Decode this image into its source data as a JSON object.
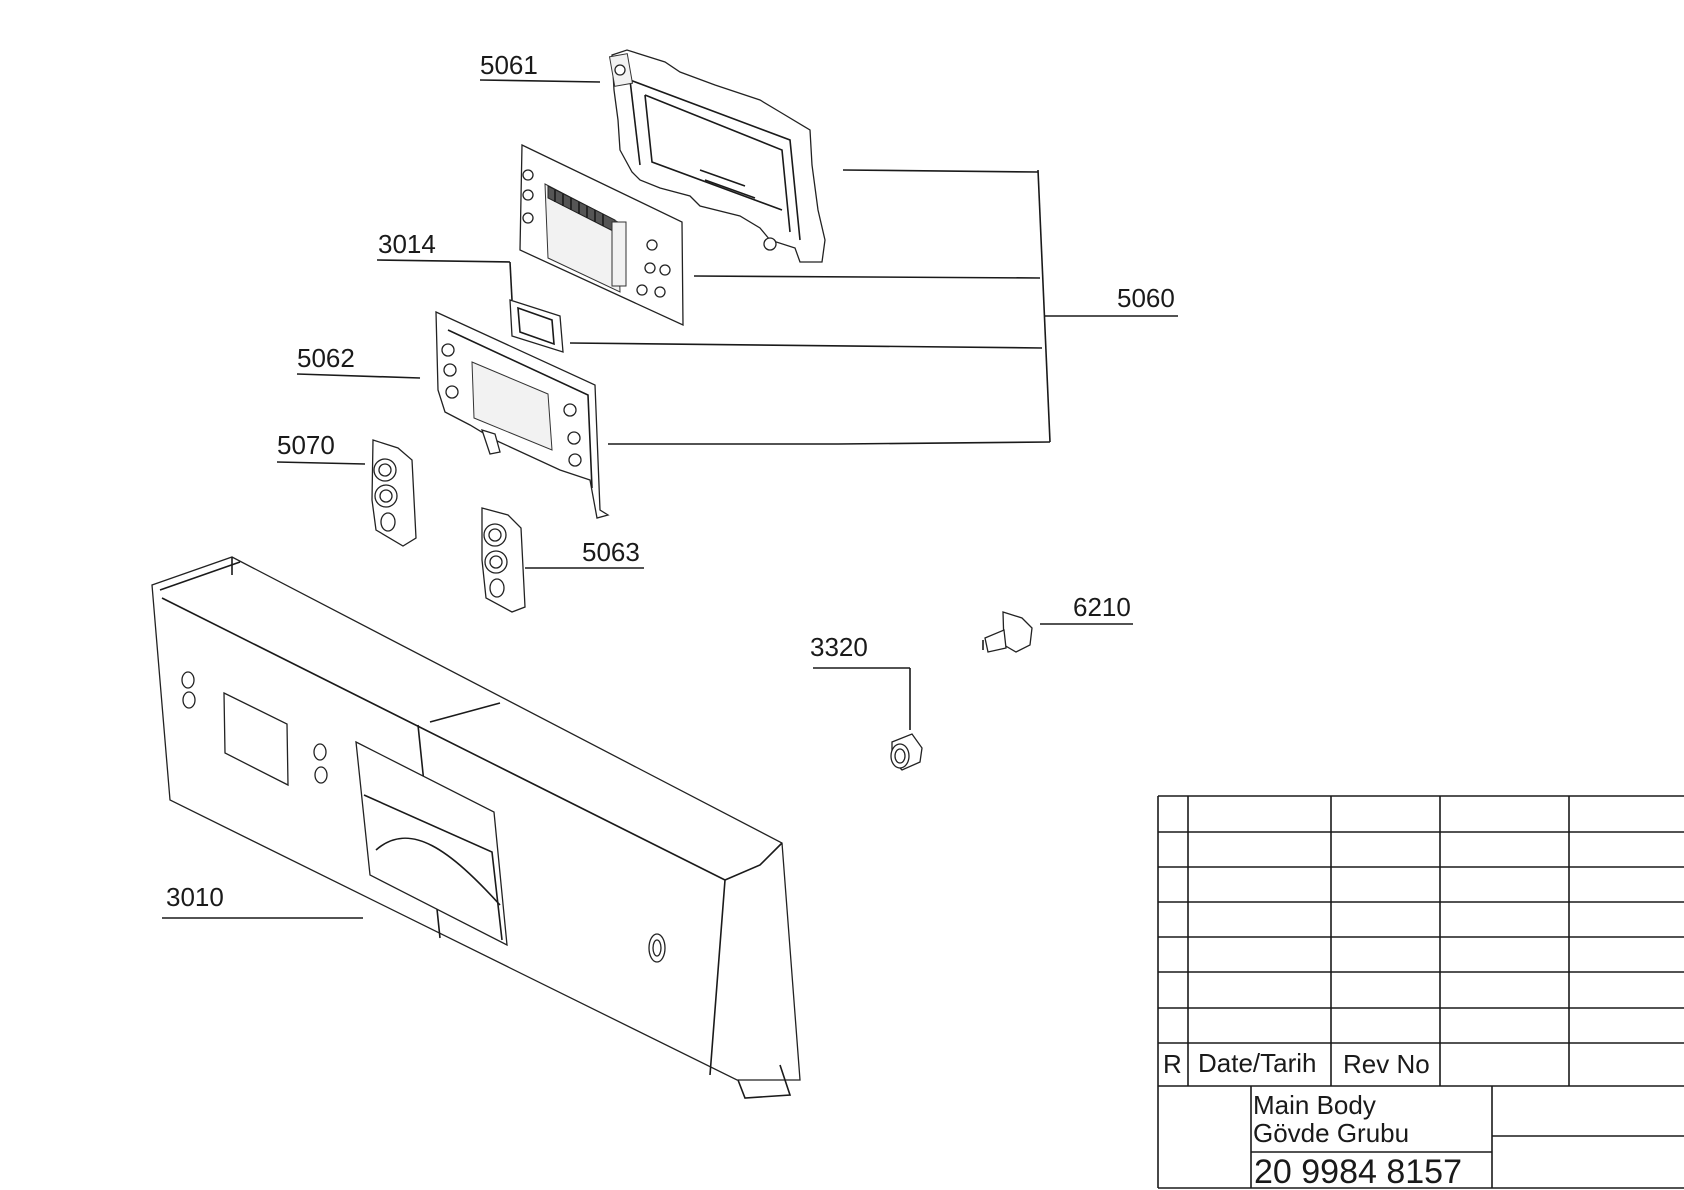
{
  "part_labels": {
    "p5061": "5061",
    "p3014": "3014",
    "p5062": "5062",
    "p5070": "5070",
    "p5063": "5063",
    "p5060": "5060",
    "p6210": "6210",
    "p3320": "3320",
    "p3010": "3010"
  },
  "title_block": {
    "rev_header": {
      "r": "R",
      "date": "Date/Tarih",
      "rev_no": "Rev No"
    },
    "title_en": "Main Body",
    "title_tr": "Gövde Grubu",
    "part_number": "20 9984 8157"
  }
}
